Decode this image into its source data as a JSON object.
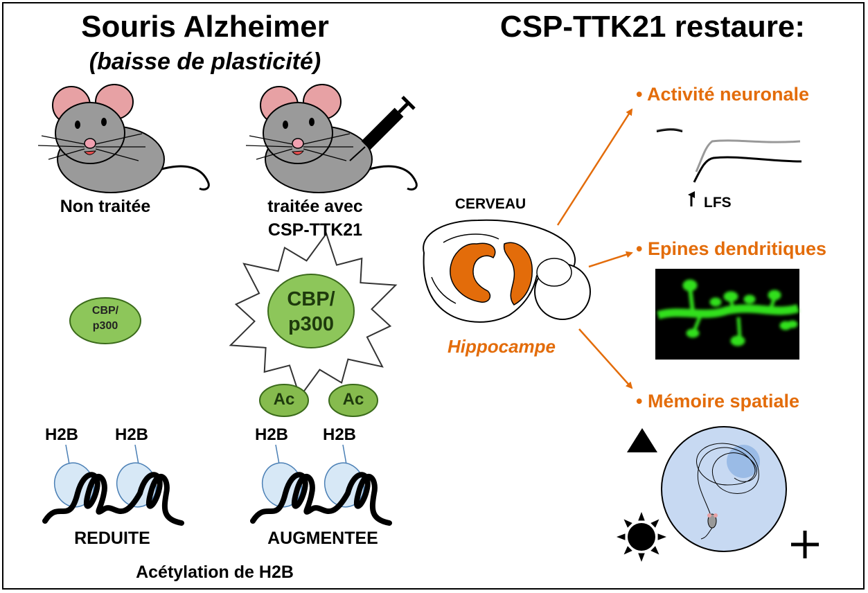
{
  "left": {
    "title": "Souris Alzheimer",
    "subtitle": "(baisse de plasticité)",
    "mouse_untreated_label": "Non traitée",
    "mouse_treated_label_1": "traitée avec",
    "mouse_treated_label_2": "CSP-TTK21",
    "cbp_small_1": "CBP/",
    "cbp_small_2": "p300",
    "cbp_large_1": "CBP/",
    "cbp_large_2": "p300",
    "ac_1": "Ac",
    "ac_2": "Ac",
    "h2b_1": "H2B",
    "h2b_2": "H2B",
    "h2b_3": "H2B",
    "h2b_4": "H2B",
    "reduced_label": "REDUITE",
    "increased_label": "AUGMENTEE",
    "caption": "Acétylation de H2B"
  },
  "center": {
    "brain_label": "CERVEAU",
    "hippocampus_label": "Hippocampe"
  },
  "right": {
    "title": "CSP-TTK21 restaure:",
    "item_1": "• Activité neuronale",
    "lfs_label": "LFS",
    "item_2": "• Epines dendritiques",
    "item_3": "• Mémoire spatiale"
  },
  "colors": {
    "orange": "#e36c0a",
    "cbp_green": "#8dc65a",
    "ac_green": "#86bb4e",
    "mouse_gray": "#9a9a9a",
    "ear_pink": "#e7a1a4",
    "pool_blue": "#c7d9f2",
    "spine_green": "#33e01c"
  }
}
